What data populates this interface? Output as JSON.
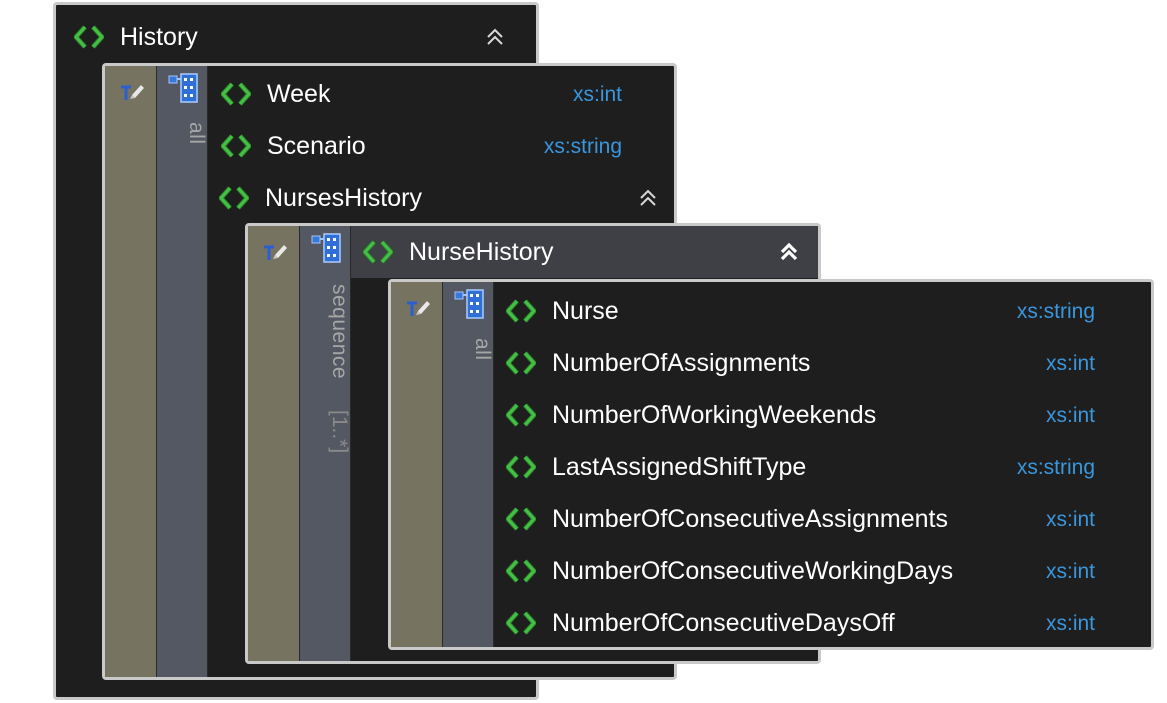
{
  "colors": {
    "background": "#ffffff",
    "box_fill": "#1e1e1e",
    "box_border": "#c9c9c9",
    "selected_header": "#3f3f46",
    "annotation_strip": "#767360",
    "group_strip": "#545862",
    "element_icon": "#3bb43b",
    "type_text": "#3a96dd",
    "group_text": "#a6a6a6"
  },
  "icons": {
    "element": "element-tag-icon",
    "annotation": "edit-annotation-icon",
    "compositor": "compositor-group-icon",
    "collapse": "collapse-chevron-icon"
  },
  "history": {
    "label": "History",
    "group": {
      "compositor": "all"
    },
    "children": [
      {
        "label": "Week",
        "type": "xs:int"
      },
      {
        "label": "Scenario",
        "type": "xs:string"
      }
    ]
  },
  "nurses_history": {
    "label": "NursesHistory",
    "group": {
      "compositor": "sequence",
      "multiplicity": "[1..*]"
    }
  },
  "nurse_history": {
    "label": "NurseHistory",
    "group": {
      "compositor": "all"
    },
    "children": [
      {
        "label": "Nurse",
        "type": "xs:string"
      },
      {
        "label": "NumberOfAssignments",
        "type": "xs:int"
      },
      {
        "label": "NumberOfWorkingWeekends",
        "type": "xs:int"
      },
      {
        "label": "LastAssignedShiftType",
        "type": "xs:string"
      },
      {
        "label": "NumberOfConsecutiveAssignments",
        "type": "xs:int"
      },
      {
        "label": "NumberOfConsecutiveWorkingDays",
        "type": "xs:int"
      },
      {
        "label": "NumberOfConsecutiveDaysOff",
        "type": "xs:int"
      }
    ]
  }
}
